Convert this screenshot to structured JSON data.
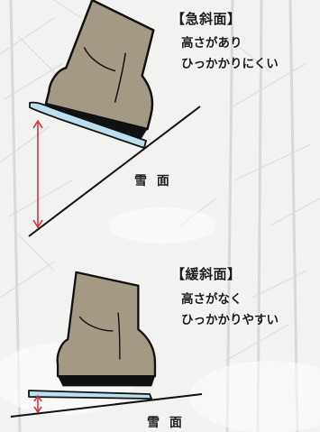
{
  "steep_slope": {
    "heading": "【急斜面】",
    "description_lines": [
      "高さがあり",
      "ひっかかりにくい"
    ],
    "surface_label": "雪 面"
  },
  "gentle_slope": {
    "heading": "【緩斜面】",
    "description_lines": [
      "高さがなく",
      "ひっかかりやすい"
    ],
    "surface_label": "雪 面"
  },
  "colors": {
    "boot": "#a39985",
    "boot_outline": "#111111",
    "blade": "#b9dff0",
    "height_arrow": "#d8262c",
    "line": "#111111"
  }
}
